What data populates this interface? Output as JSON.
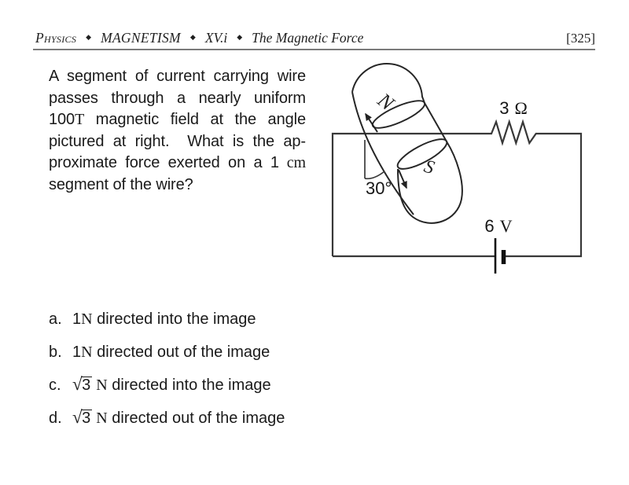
{
  "header": {
    "subject": "Physics",
    "sep": "◆",
    "unit": "MAGNETISM",
    "section": "XV.i",
    "topic": "The Magnetic Force",
    "page_number": "[325]"
  },
  "question": {
    "line1": "A segment of current carrying wire",
    "line2": "passes through a nearly uniform",
    "line3_value": "100",
    "line3_unit": "T",
    "line3_rest": " magnetic field at the angle",
    "line4": "pictured at right.  What is the ap-",
    "line5_text": "proximate force exerted on a 1",
    "line5_unit": " cm",
    "line6": "segment of the wire?"
  },
  "diagram": {
    "resistor_value": "3",
    "resistor_unit": "Ω",
    "battery_value": "6",
    "battery_unit": "V",
    "angle_label": "30°",
    "north_pole": "N",
    "south_pole": "S"
  },
  "answers": [
    {
      "letter": "a.",
      "coefficient": "1",
      "unit": "N",
      "description": " directed into the image"
    },
    {
      "letter": "b.",
      "coefficient": "1",
      "unit": "N",
      "description": " directed out of the image"
    },
    {
      "letter": "c.",
      "radical": "√",
      "radicand": "3",
      "unit": " N",
      "description": " directed into the image"
    },
    {
      "letter": "d.",
      "radical": "√",
      "radicand": "3",
      "unit": " N",
      "description": " directed out of the image"
    }
  ]
}
